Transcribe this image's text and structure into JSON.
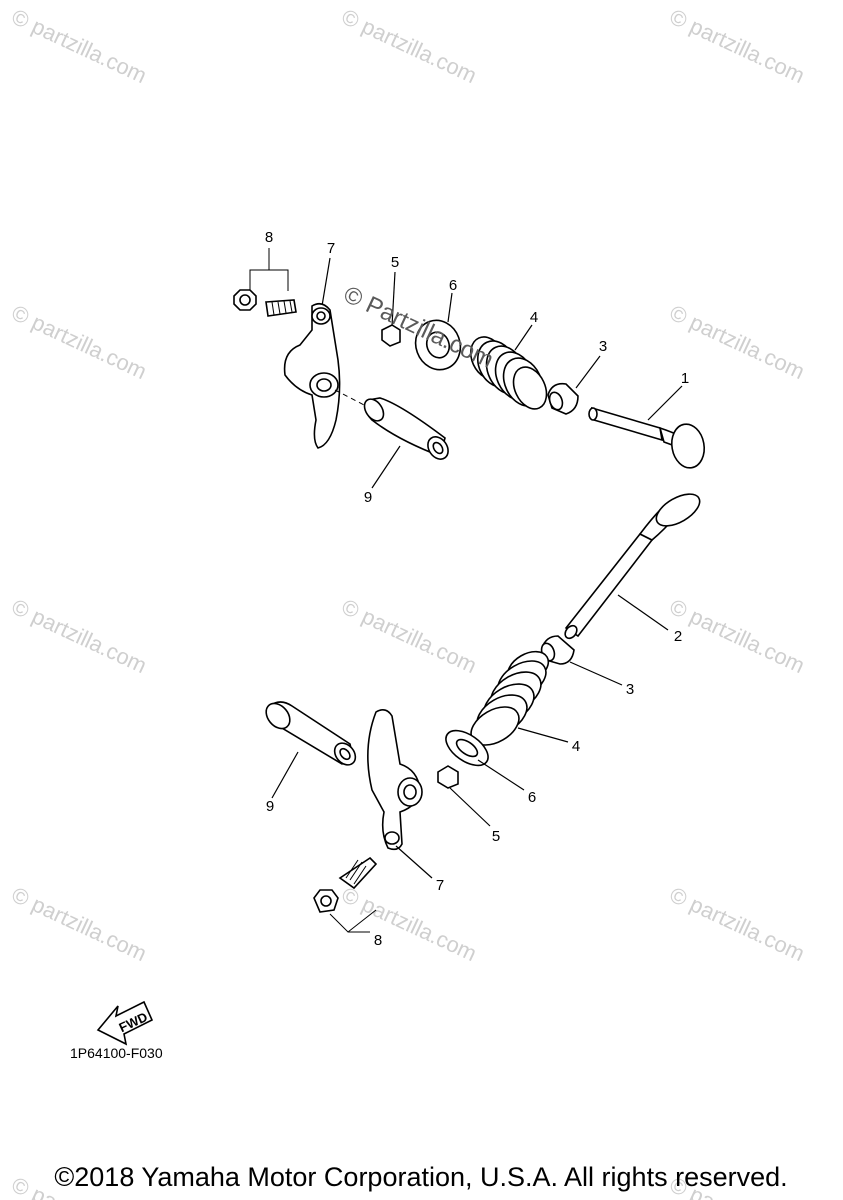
{
  "watermark": {
    "text": "© partzilla.com",
    "center_text": "© Partzilla.com"
  },
  "callouts": {
    "upper": [
      "8",
      "7",
      "5",
      "6",
      "4",
      "3",
      "1",
      "9"
    ],
    "lower": [
      "2",
      "3",
      "4",
      "6",
      "5",
      "9",
      "7",
      "8"
    ]
  },
  "fwd_label": "FWD",
  "diagram_code": "1P64100-F030",
  "copyright": "©2018 Yamaha Motor Corporation, U.S.A. All rights reserved."
}
